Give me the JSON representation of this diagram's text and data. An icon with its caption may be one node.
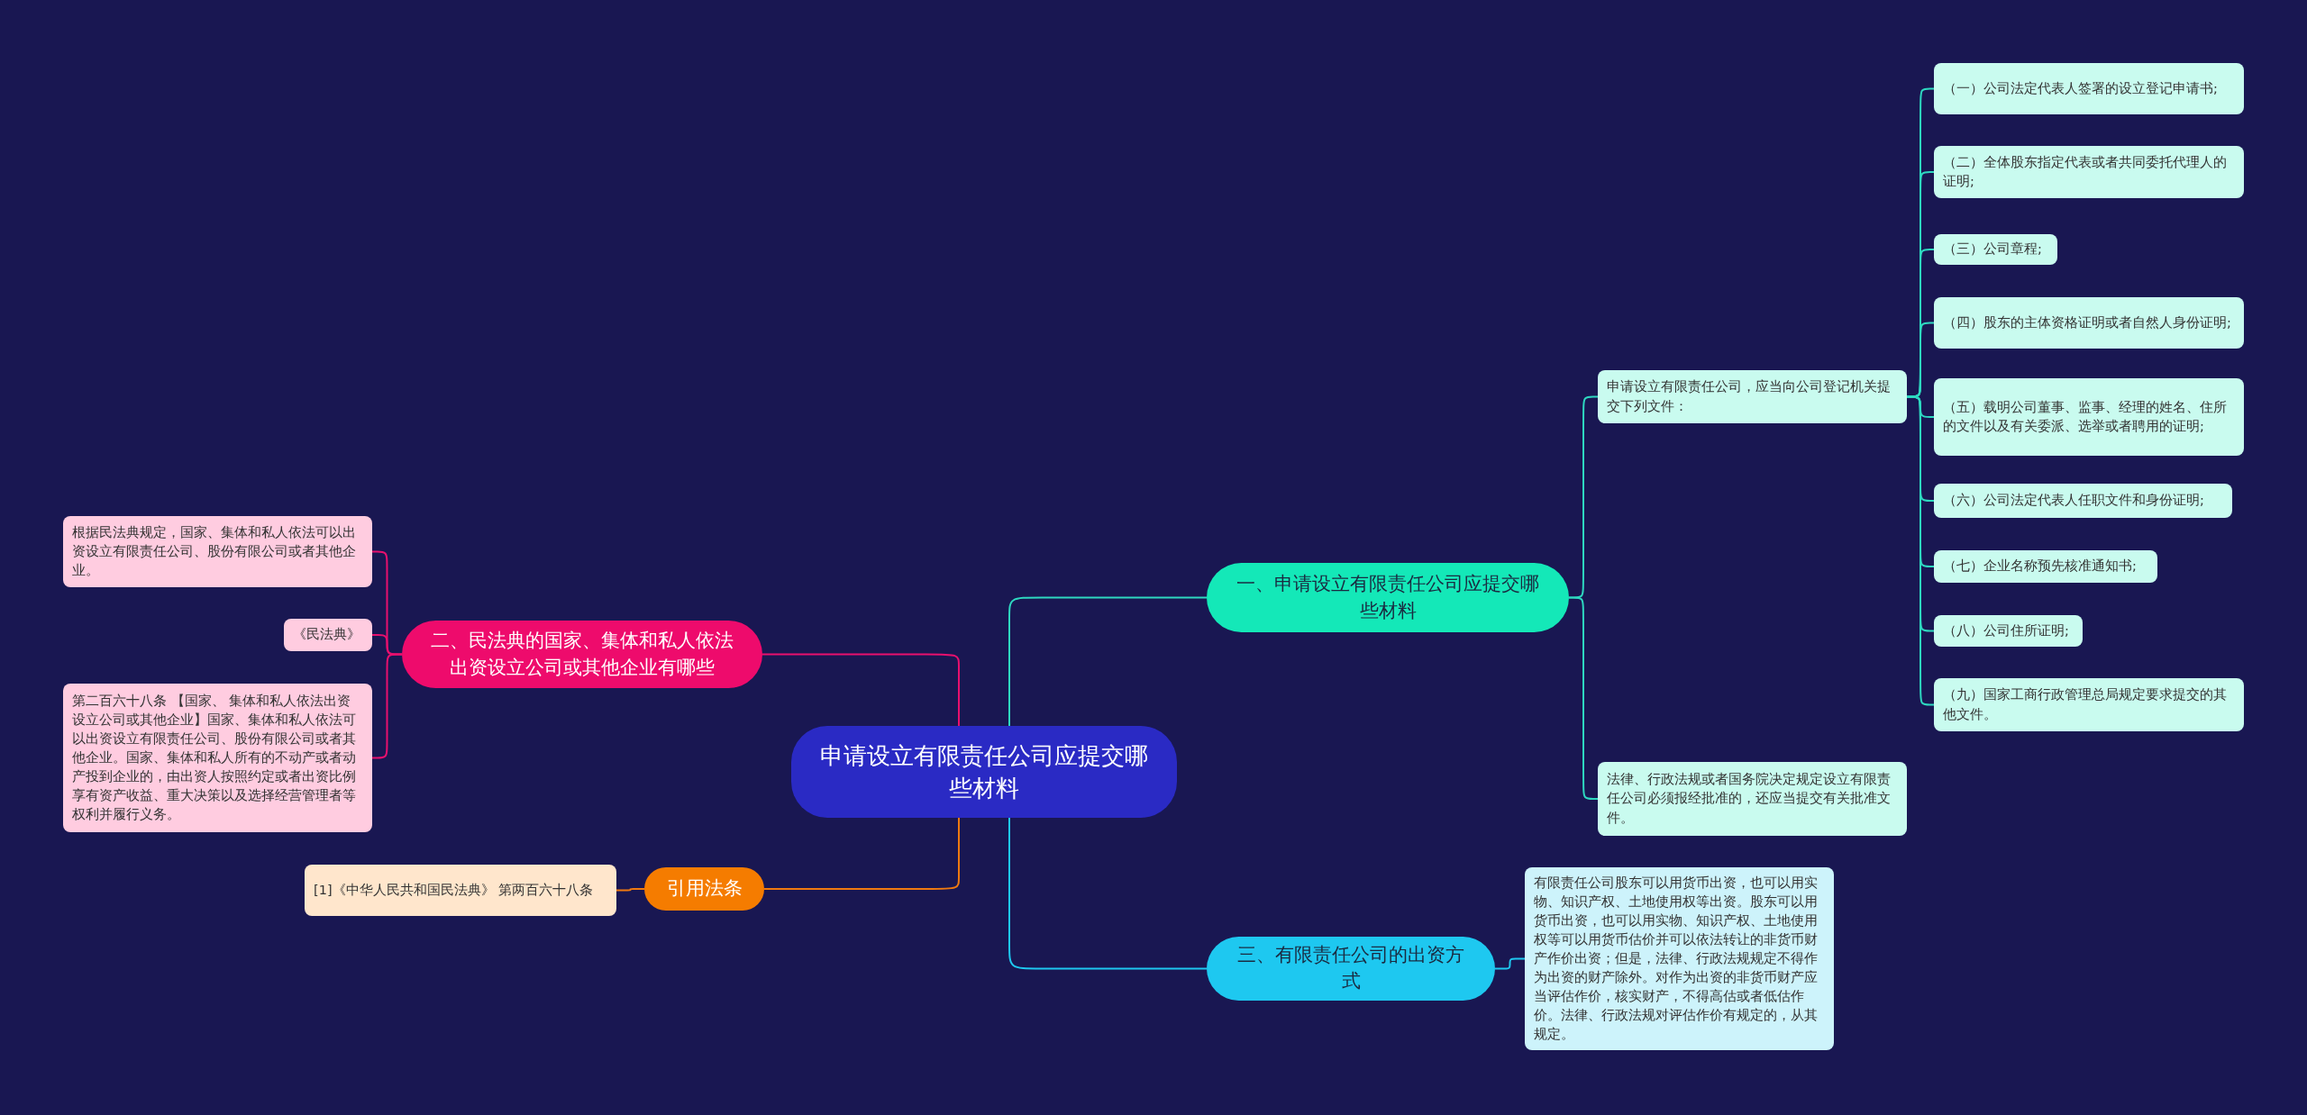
{
  "diagram": {
    "nodes": [
      {
        "text": [
          "申请设立有限责任公司应提交哪些材料"
        ]
      },
      {
        "text": [
          "一、申请设立有限责任公司应提交哪些材料"
        ]
      },
      {
        "text": [
          "申请设立有限责任公司，应当向公司登记机关提交下列文件："
        ]
      },
      {
        "text": [
          "（一）公司法定代表人签署的设立登记申请书;"
        ]
      },
      {
        "text": [
          "（二）全体股东指定代表或者共同委托代理人的证明;"
        ]
      },
      {
        "text": [
          "（三）公司章程;"
        ]
      },
      {
        "text": [
          "（四）股东的主体资格证明或者自然人身份证明;"
        ]
      },
      {
        "text": [
          "（五）载明公司董事、监事、经理的姓名、住所的文件以及有关委派、选举或者聘用的证明;"
        ]
      },
      {
        "text": [
          "（六）公司法定代表人任职文件和身份证明;"
        ]
      },
      {
        "text": [
          "（七）企业名称预先核准通知书;"
        ]
      },
      {
        "text": [
          "（八）公司住所证明;"
        ]
      },
      {
        "text": [
          "（九）国家工商行政管理总局规定要求提交的其他文件。"
        ]
      },
      {
        "text": [
          "法律、行政法规或者国务院决定规定设立有限责任公司必须报经批准的，还应当提交有关批准文件。"
        ]
      },
      {
        "text": [
          "三、有限责任公司的出资方式"
        ]
      },
      {
        "text": [
          "有限责任公司股东可以用货币出资，也可以用实物、知识产权、土地使用权等出资。股东可以用货币出资，也可以用实物、知识产权、土地使用权等可以用货币估价并可以依法转让的非货币财产作价出资；但是，法律、行政法规规定不得作为出资的财产除外。对作为出资的非货币财产应当评估作价，核实财产，不得高估或者低估作价。法律、行政法规对评估作价有规定的，从其规定。"
        ]
      },
      {
        "text": [
          "二、民法典的国家、集体和私人依法出资设立公司或其他企业有哪些"
        ]
      },
      {
        "text": [
          "根据民法典规定，国家、集体和私人依法可以出资设立有限责任公司、股份有限公司或者其他企业。"
        ]
      },
      {
        "text": [
          "《民法典》"
        ]
      },
      {
        "text": [
          "第二百六十八条 【国家、 集体和私人依法出资设立公司或其他企业】国家、集体和私人依法可以出资设立有限责任公司、股份有限公司或者其他企业。国家、集体和私人所有的不动产或者动产投到企业的，由出资人按照约定或者出资比例享有资产收益、重大决策以及选择经营管理者等权利并履行义务。"
        ]
      },
      {
        "text": [
          "引用法条"
        ]
      },
      {
        "text": [
          "[1]《中华人民共和国民法典》 第两百六十八条"
        ]
      }
    ],
    "edges": [
      {
        "from": 0,
        "to": 1,
        "arrow": "none"
      },
      {
        "from": 1,
        "to": 2,
        "arrow": "none"
      },
      {
        "from": 2,
        "to": 3,
        "arrow": "none"
      },
      {
        "from": 2,
        "to": 4,
        "arrow": "none"
      },
      {
        "from": 2,
        "to": 5,
        "arrow": "none"
      },
      {
        "from": 2,
        "to": 6,
        "arrow": "none"
      },
      {
        "from": 2,
        "to": 7,
        "arrow": "none"
      },
      {
        "from": 2,
        "to": 8,
        "arrow": "none"
      },
      {
        "from": 2,
        "to": 9,
        "arrow": "none"
      },
      {
        "from": 2,
        "to": 10,
        "arrow": "none"
      },
      {
        "from": 2,
        "to": 11,
        "arrow": "none"
      },
      {
        "from": 1,
        "to": 12,
        "arrow": "none"
      },
      {
        "from": 0,
        "to": 13,
        "arrow": "none",
        "color": "#1ec8f0"
      },
      {
        "from": 13,
        "to": 14,
        "arrow": "none",
        "color": "#1ec8f0"
      },
      {
        "from": 0,
        "to": 15,
        "arrow": "none",
        "color": "#e8106e"
      },
      {
        "from": 15,
        "to": 16,
        "arrow": "none",
        "color": "#e8106e"
      },
      {
        "from": 15,
        "to": 17,
        "arrow": "none",
        "color": "#e8106e"
      },
      {
        "from": 15,
        "to": 18,
        "arrow": "none",
        "color": "#e8106e"
      },
      {
        "from": 0,
        "to": 19,
        "arrow": "none",
        "color": "#f07a10"
      },
      {
        "from": 19,
        "to": 20,
        "arrow": "none",
        "color": "#f07a10"
      }
    ]
  }
}
